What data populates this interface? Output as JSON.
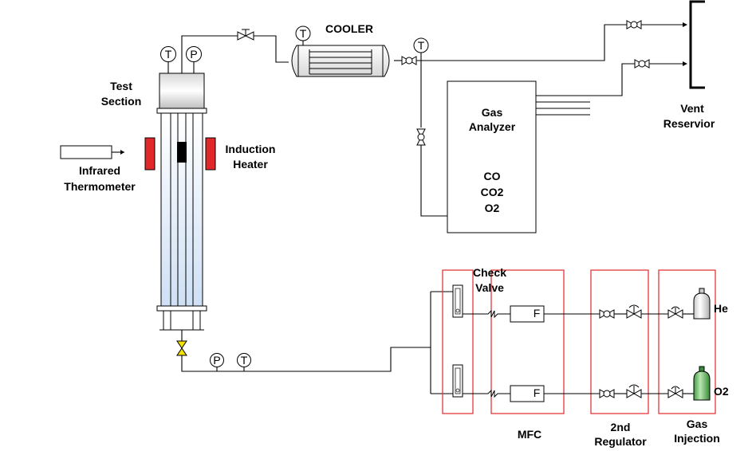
{
  "labels": {
    "cooler": "COOLER",
    "test_section_1": "Test",
    "test_section_2": "Section",
    "induction_1": "Induction",
    "induction_2": "Heater",
    "infrared_1": "Infrared",
    "infrared_2": "Thermometer",
    "gas_analyzer_1": "Gas",
    "gas_analyzer_2": "Analyzer",
    "co": "CO",
    "co2": "CO2",
    "o2_gas": "O2",
    "vent_1": "Vent",
    "vent_2": "Reservior",
    "check_1": "Check",
    "check_2": "Valve",
    "mfc": "MFC",
    "reg_1": "2nd",
    "reg_2": "Regulator",
    "inj_1": "Gas",
    "inj_2": "Injection",
    "he": "He",
    "o2_cyl": "O2",
    "t_symbol": "T",
    "p_symbol": "P",
    "f_symbol": "F"
  },
  "colors": {
    "heater": "#e0282a",
    "box": "#e0282a",
    "he_cylinder": "#e8e8e8",
    "o2_cylinder": "#5cb85c",
    "drain_valve": "#f2e100",
    "tube": "#dfe9f7"
  }
}
